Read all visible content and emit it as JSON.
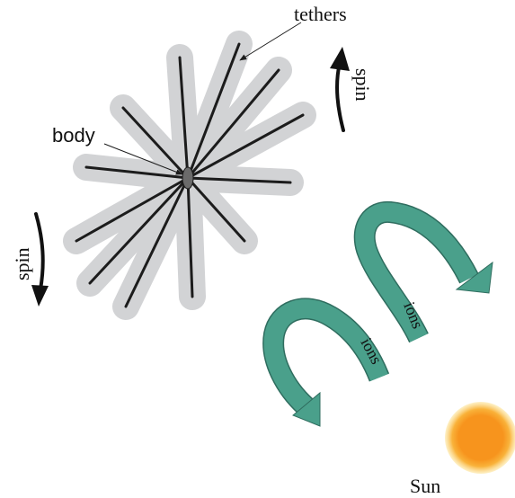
{
  "diagram": {
    "labels": {
      "tethers": "tethers",
      "body": "body",
      "spin_right": "spin",
      "spin_left": "spin",
      "ions_upper": "ions",
      "ions_lower": "ions",
      "sun": "Sun"
    },
    "colors": {
      "tether_glow": "#d2d3d5",
      "tether_line": "#1c1c1c",
      "body_fill": "#6b6b6b",
      "ion_arrow": "#4aa08b",
      "ion_arrow_edge": "#2f6d5f",
      "sun_core": "#f7941d",
      "sun_glow": "#fbd46b"
    }
  }
}
